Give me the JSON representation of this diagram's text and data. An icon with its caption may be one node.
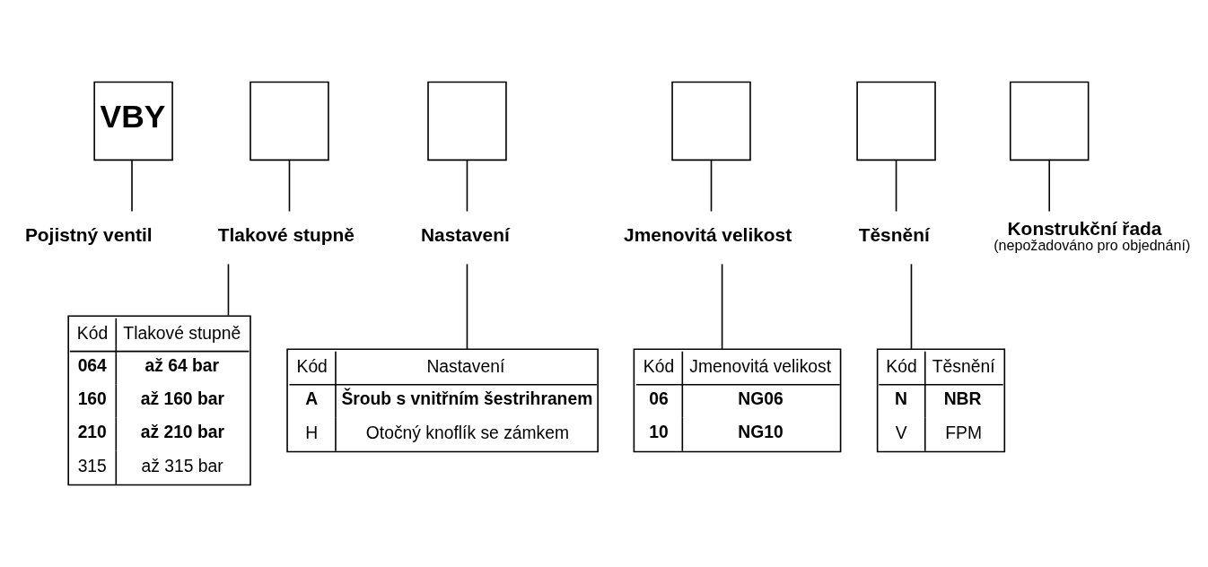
{
  "diagram": {
    "nodes": [
      {
        "text": [
          "VBY"
        ]
      },
      {
        "text": [],
        "shape": "box"
      },
      {
        "text": [],
        "shape": "box"
      },
      {
        "text": [],
        "shape": "box"
      },
      {
        "text": [],
        "shape": "box"
      },
      {
        "text": [],
        "shape": "box"
      },
      {
        "text": [
          "Pojistný ventil"
        ]
      },
      {
        "text": [
          "Tlakové stupně"
        ]
      },
      {
        "text": [
          "Nastavení"
        ]
      },
      {
        "text": [
          "Jmenovitá velikost"
        ]
      },
      {
        "text": [
          "Těsnění"
        ]
      },
      {
        "text": [
          "Konstrukční řada"
        ],
        "beside": [
          "(nepožadováno pro objednání)"
        ]
      },
      {
        "text": [
          "Kód",
          "Tlakové stupně",
          "**064**",
          "**až 64 bar**",
          "**160**",
          "**až 160 bar**",
          "**210**",
          "**až 210 bar**",
          "315",
          "až 315 bar"
        ]
      },
      {
        "text": [
          "Kód",
          "Nastavení",
          "**A**",
          "**Šroub s vnitřním šestrihranem**",
          "H",
          "Otočný knoflík se zámkem"
        ]
      },
      {
        "text": [
          "Kód",
          "Jmenovitá velikost",
          "**06**",
          "**NG06**",
          "**10**",
          "**NG10**"
        ]
      },
      {
        "text": [
          "Kód",
          "Těsnění",
          "**N**",
          "**NBR**",
          "V",
          "FPM"
        ]
      }
    ],
    "edges": [
      {
        "from": 0,
        "to": 6,
        "arrow": "none"
      },
      {
        "from": 1,
        "to": 7,
        "arrow": "none"
      },
      {
        "from": 2,
        "to": 8,
        "arrow": "none"
      },
      {
        "from": 3,
        "to": 9,
        "arrow": "none"
      },
      {
        "from": 4,
        "to": 10,
        "arrow": "none"
      },
      {
        "from": 5,
        "to": 11,
        "arrow": "none"
      },
      {
        "from": 7,
        "to": 12,
        "arrow": "none"
      },
      {
        "from": 8,
        "to": 13,
        "arrow": "none"
      },
      {
        "from": 9,
        "to": 14,
        "arrow": "none"
      },
      {
        "from": 10,
        "to": 15,
        "arrow": "none"
      }
    ]
  }
}
